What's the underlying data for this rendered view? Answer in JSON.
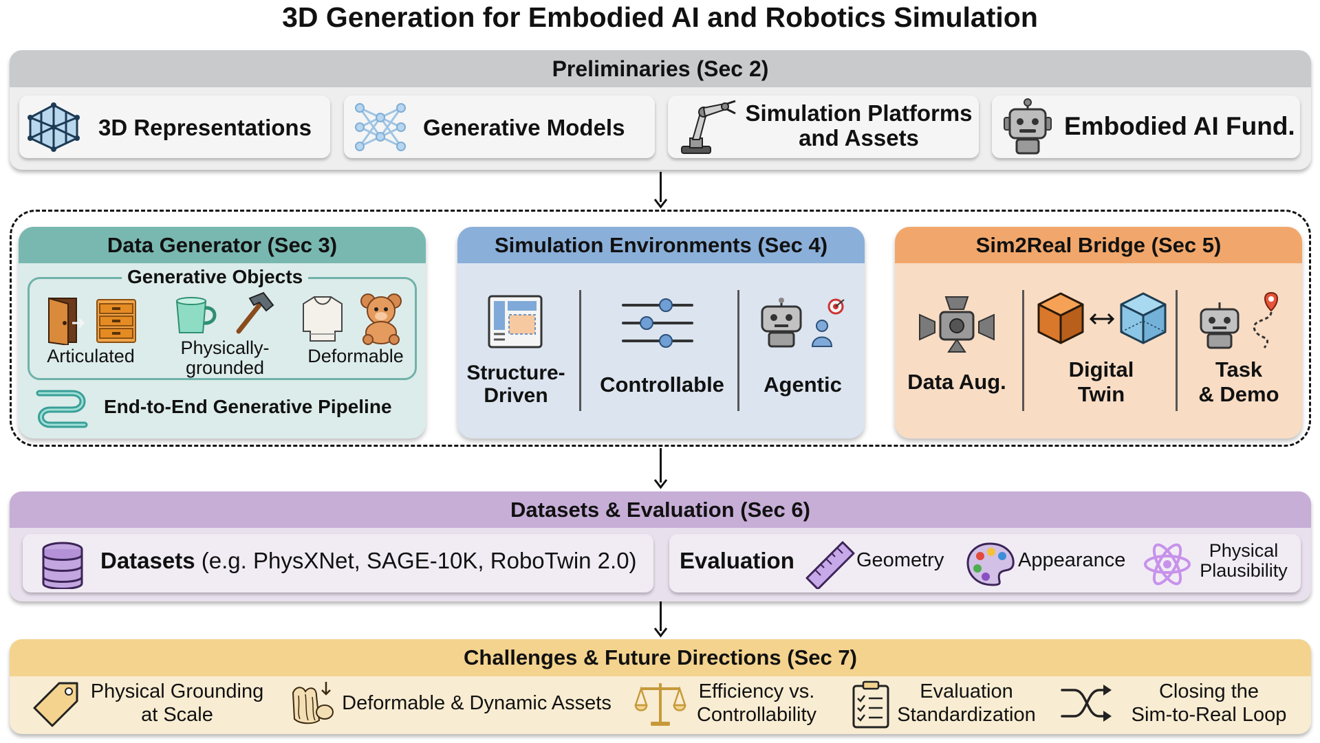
{
  "title": "3D Generation for Embodied AI and Robotics Simulation",
  "preliminaries": {
    "header": "Preliminaries (Sec 2)",
    "items": [
      {
        "label": "3D Representations",
        "icon": "mesh-icon"
      },
      {
        "label": "Generative Models",
        "icon": "neural-network-icon"
      },
      {
        "label_line1": "Simulation Platforms",
        "label_line2": "and Assets",
        "icon": "robot-arm-icon"
      },
      {
        "label": "Embodied AI Fund.",
        "icon": "robot-head-icon"
      }
    ]
  },
  "data_generator": {
    "header": "Data Generator (Sec 3)",
    "group_title": "Generative Objects",
    "objects": [
      {
        "label": "Articulated"
      },
      {
        "label_line1": "Physically-",
        "label_line2": "grounded"
      },
      {
        "label": "Deformable"
      }
    ],
    "pipeline_label": "End-to-End Generative Pipeline"
  },
  "simulation_environments": {
    "header": "Simulation Environments (Sec 4)",
    "items": [
      {
        "label_line1": "Structure-",
        "label_line2": "Driven"
      },
      {
        "label": "Controllable"
      },
      {
        "label": "Agentic"
      }
    ]
  },
  "sim2real": {
    "header": "Sim2Real Bridge (Sec 5)",
    "items": [
      {
        "label": "Data Aug."
      },
      {
        "label_line1": "Digital",
        "label_line2": "Twin"
      },
      {
        "label_line1": "Task",
        "label_line2": "& Demo"
      }
    ]
  },
  "datasets_evaluation": {
    "header": "Datasets & Evaluation (Sec 6)",
    "datasets_bold": "Datasets",
    "datasets_examples": "(e.g. PhysXNet, SAGE-10K, RoboTwin 2.0)",
    "evaluation_label": "Evaluation",
    "metrics": [
      {
        "label": "Geometry"
      },
      {
        "label": "Appearance"
      },
      {
        "label_line1": "Physical",
        "label_line2": "Plausibility"
      }
    ]
  },
  "challenges": {
    "header": "Challenges & Future Directions (Sec 7)",
    "items": [
      {
        "label_line1": "Physical Grounding",
        "label_line2": "at Scale"
      },
      {
        "label": "Deformable & Dynamic Assets"
      },
      {
        "label_line1": "Efficiency vs.",
        "label_line2": "Controllability"
      },
      {
        "label_line1": "Evaluation",
        "label_line2": "Standardization"
      },
      {
        "label_line1": "Closing the",
        "label_line2": "Sim-to-Real Loop"
      }
    ]
  }
}
